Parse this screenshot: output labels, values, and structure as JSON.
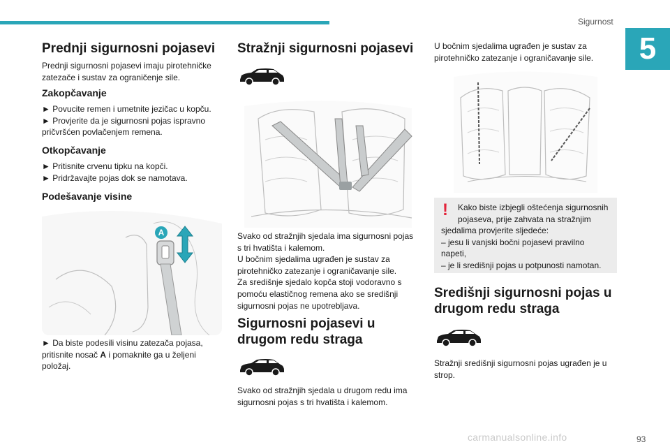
{
  "header": {
    "section": "Sigurnost",
    "chapter": "5"
  },
  "col1": {
    "title": "Prednji sigurnosni pojasevi",
    "intro": [
      "Prednji sigurnosni pojasevi imaju pirotehničke",
      "zatezače i sustav za ograničenje sile."
    ],
    "fasten_title": "Zakopčavanje",
    "fasten_lines": [
      "► Povucite remen i umetnite jezičac u kopču.",
      "► Provjerite da je sigurnosni pojas ispravno",
      "pričvršćen povlačenjem remena."
    ],
    "unfasten_title": "Otkopčavanje",
    "unfasten_lines": [
      "► Pritisnite crvenu tipku na kopči.",
      "► Pridržavajte pojas dok se namotava."
    ],
    "height_title": "Podešavanje visine",
    "figure_label": "A",
    "caption_line1": "► Da biste podesili visinu zatezača pojasa,",
    "caption_pre": "pritisnite nosač ",
    "caption_bold": "A",
    "caption_post": " i pomaknite ga u željeni",
    "caption_line3": "položaj."
  },
  "col2": {
    "title": "Stražnji sigurnosni pojasevi",
    "body": [
      "Svako od stražnjih sjedala ima sigurnosni pojas",
      "s tri hvatišta i kalemom.",
      "U bočnim sjedalima ugrađen je sustav za",
      "pirotehničko zatezanje i ograničavanje sile.",
      "Za središnje sjedalo kopča stoji vodoravno s",
      "pomoću elastičnog remena ako se središnji",
      "sigurnosni pojas ne upotrebljava."
    ],
    "second_title": [
      "Sigurnosni pojasevi u",
      "drugom redu straga"
    ],
    "second_body": [
      "Svako od stražnjih sjedala u drugom redu ima",
      "sigurnosni pojas s tri hvatišta i kalemom."
    ]
  },
  "col3": {
    "intro": [
      "U bočnim sjedalima ugrađen je sustav za",
      "pirotehničko zatezanje i ograničavanje sile."
    ],
    "warning_mark": "!",
    "warning_lines": [
      "Kako biste izbjegli oštećenja sigurnosnih",
      "pojaseva, prije zahvata na stražnjim",
      "sjedalima provjerite sljedeće:",
      "– jesu li vanjski bočni pojasevi pravilno",
      "napeti,",
      "– je li središnji pojas u potpunosti namotan."
    ],
    "center_title": [
      "Središnji sigurnosni pojas u",
      "drugom redu straga"
    ],
    "center_body": [
      "Stražnji središnji sigurnosni pojas ugrađen je u",
      "strop."
    ]
  },
  "footer": {
    "page": "93",
    "watermark": "carmanualsonline.info"
  },
  "colors": {
    "accent": "#2aa6b8",
    "warning": "#e3243b",
    "warning_bg": "#ececec",
    "belt": "#c9cccd"
  },
  "icons": [
    "car-suv-icon",
    "warning-exclamation-icon",
    "adjust-arrow-icon"
  ]
}
